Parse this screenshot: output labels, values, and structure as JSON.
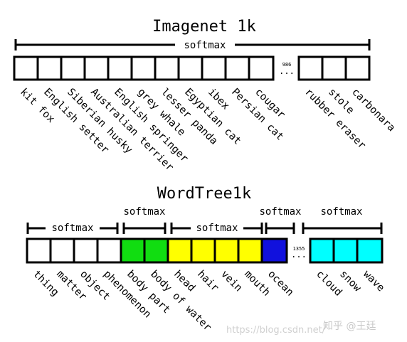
{
  "imagenet": {
    "title": "Imagenet 1k",
    "softmax_label": "softmax",
    "count_label": "986",
    "ellipsis": "...",
    "labels_left": [
      "kit fox",
      "English setter",
      "Siberian husky",
      "Australian terrier",
      "English springer",
      "grey whale",
      "lesser panda",
      "Egyptian cat",
      "ibex",
      "Persian cat",
      "cougar"
    ],
    "labels_right": [
      "rubber eraser",
      "stole",
      "carbonara"
    ]
  },
  "wordtree": {
    "title": "WordTree1k",
    "softmax_label": "softmax",
    "count_label": "1355",
    "ellipsis": "...",
    "groups": [
      {
        "softmax": "softmax",
        "color": "#ffffff",
        "labels": [
          "thing",
          "matter",
          "object",
          "phenomenon"
        ]
      },
      {
        "softmax": "softmax",
        "color": "#11dd11",
        "labels": [
          "body part",
          "body of water"
        ]
      },
      {
        "softmax": "softmax",
        "color": "#ffff00",
        "labels": [
          "head",
          "hair",
          "vein",
          "mouth"
        ]
      },
      {
        "softmax": "softmax",
        "color": "#1111dd",
        "labels": [
          "ocean"
        ]
      },
      {
        "softmax": "softmax",
        "color": "#00ffff",
        "labels": [
          "cloud",
          "snow",
          "wave"
        ]
      }
    ]
  },
  "watermark": {
    "url": "https://blog.csdn.net/",
    "brand": "知乎 @王廷"
  }
}
